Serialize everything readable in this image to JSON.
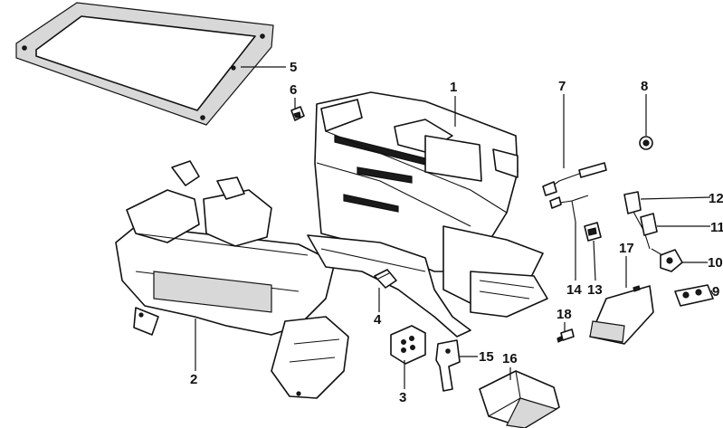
{
  "callouts": [
    {
      "id": "p1",
      "text": "1"
    },
    {
      "id": "p2",
      "text": "2"
    },
    {
      "id": "p3",
      "text": "3"
    },
    {
      "id": "p4",
      "text": "4"
    },
    {
      "id": "p5",
      "text": "5"
    },
    {
      "id": "p6",
      "text": "6"
    },
    {
      "id": "p7",
      "text": "7"
    },
    {
      "id": "p8",
      "text": "8"
    },
    {
      "id": "p9",
      "text": "9"
    },
    {
      "id": "p10",
      "text": "10"
    },
    {
      "id": "p11",
      "text": "11"
    },
    {
      "id": "p12",
      "text": "12"
    },
    {
      "id": "p13",
      "text": "13"
    },
    {
      "id": "p14",
      "text": "14"
    },
    {
      "id": "p15",
      "text": "15"
    },
    {
      "id": "p16",
      "text": "16"
    },
    {
      "id": "p17",
      "text": "17"
    },
    {
      "id": "p18",
      "text": "18"
    }
  ]
}
